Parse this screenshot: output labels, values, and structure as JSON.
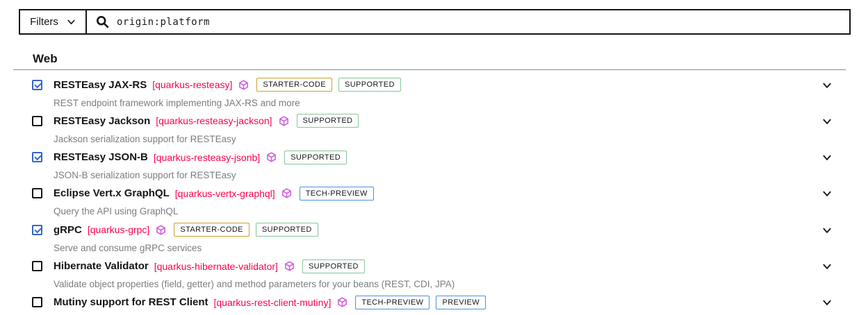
{
  "filter_bar": {
    "filters_label": "Filters",
    "filters_chevron_icon": "chevron-down-icon",
    "search": {
      "icon": "search-icon",
      "value": "origin:platform"
    }
  },
  "section": {
    "title": "Web"
  },
  "extensions": [
    {
      "checked": true,
      "name": "RESTEasy JAX-RS",
      "artifact": "[quarkus-resteasy]",
      "origin_icon": "platform-cube-icon",
      "badges": [
        {
          "label": "STARTER-CODE",
          "type": "starter-code"
        },
        {
          "label": "SUPPORTED",
          "type": "supported"
        }
      ],
      "description": "REST endpoint framework implementing JAX-RS and more"
    },
    {
      "checked": false,
      "name": "RESTEasy Jackson",
      "artifact": "[quarkus-resteasy-jackson]",
      "origin_icon": "platform-cube-icon",
      "badges": [
        {
          "label": "SUPPORTED",
          "type": "supported"
        }
      ],
      "description": "Jackson serialization support for RESTEasy"
    },
    {
      "checked": true,
      "name": "RESTEasy JSON-B",
      "artifact": "[quarkus-resteasy-jsonb]",
      "origin_icon": "platform-cube-icon",
      "badges": [
        {
          "label": "SUPPORTED",
          "type": "supported"
        }
      ],
      "description": "JSON-B serialization support for RESTEasy"
    },
    {
      "checked": false,
      "name": "Eclipse Vert.x GraphQL",
      "artifact": "[quarkus-vertx-graphql]",
      "origin_icon": "platform-cube-icon",
      "badges": [
        {
          "label": "TECH-PREVIEW",
          "type": "tech-preview"
        }
      ],
      "description": "Query the API using GraphQL"
    },
    {
      "checked": true,
      "name": "gRPC",
      "artifact": "[quarkus-grpc]",
      "origin_icon": "platform-cube-icon",
      "badges": [
        {
          "label": "STARTER-CODE",
          "type": "starter-code"
        },
        {
          "label": "SUPPORTED",
          "type": "supported"
        }
      ],
      "description": "Serve and consume gRPC services"
    },
    {
      "checked": false,
      "name": "Hibernate Validator",
      "artifact": "[quarkus-hibernate-validator]",
      "origin_icon": "platform-cube-icon",
      "badges": [
        {
          "label": "SUPPORTED",
          "type": "supported"
        }
      ],
      "description": "Validate object properties (field, getter) and method parameters for your beans (REST, CDI, JPA)"
    },
    {
      "checked": false,
      "name": "Mutiny support for REST Client",
      "artifact": "[quarkus-rest-client-mutiny]",
      "origin_icon": "platform-cube-icon",
      "badges": [
        {
          "label": "TECH-PREVIEW",
          "type": "tech-preview"
        },
        {
          "label": "PREVIEW",
          "type": "preview"
        }
      ],
      "description": ""
    }
  ],
  "colors": {
    "text": "#151515",
    "artifact_red": "#ff004a",
    "description_gray": "#7a7d81",
    "badge_starter_code": "#c9a227",
    "badge_supported": "#84c796",
    "badge_preview_blue": "#4a90e2",
    "checkbox_blue": "#3366cc",
    "platform_icon_orchid": "#d263dd"
  }
}
